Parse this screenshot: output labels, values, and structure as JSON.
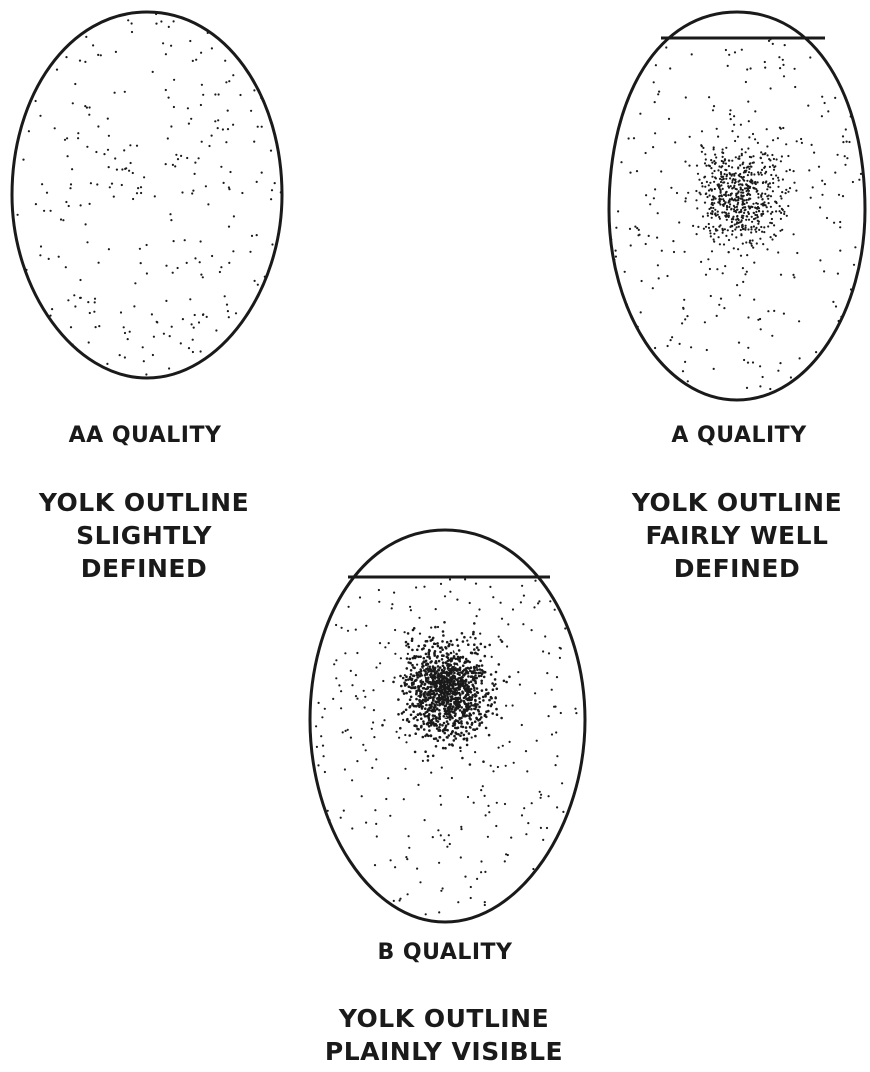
{
  "eggs": [
    {
      "id": "aa",
      "quality": "AA QUALITY",
      "outline": [
        "YOLK OUTLINE",
        "SLIGHTLY",
        "DEFINED"
      ],
      "air_cell": false,
      "yolk_density": 0.0
    },
    {
      "id": "a",
      "quality": "A QUALITY",
      "outline": [
        "YOLK OUTLINE",
        "FAIRLY WELL",
        "DEFINED"
      ],
      "air_cell": true,
      "yolk_density": 0.55
    },
    {
      "id": "b",
      "quality": "B QUALITY",
      "outline": [
        "YOLK OUTLINE",
        "PLAINLY VISIBLE"
      ],
      "air_cell": true,
      "yolk_density": 1.0
    }
  ],
  "colors": {
    "outline": "#1a1a1a",
    "stipple": "#1a1a1a",
    "background": "#ffffff"
  }
}
